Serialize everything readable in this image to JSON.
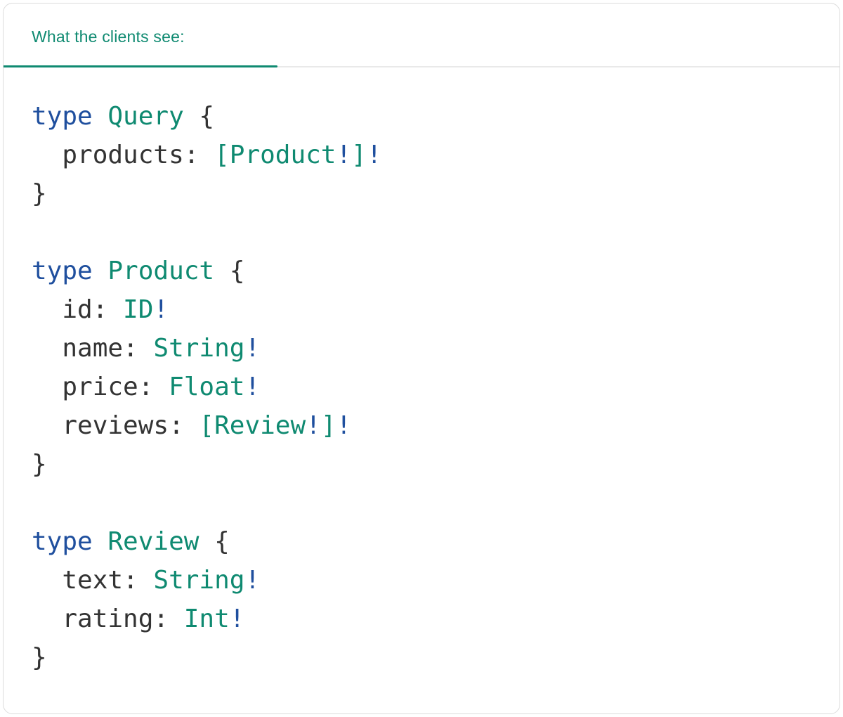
{
  "header": {
    "tab_label": "What the clients see:"
  },
  "colors": {
    "teal": "#0f8a71",
    "blue": "#1f4f9e",
    "plain": "#333333"
  },
  "code": {
    "language": "graphql",
    "lines": [
      {
        "tokens": [
          {
            "c": "kw",
            "v": "type "
          },
          {
            "c": "ty",
            "v": "Query"
          },
          {
            "c": "pl",
            "v": " {"
          }
        ]
      },
      {
        "tokens": [
          {
            "c": "pl",
            "v": "  products: "
          },
          {
            "c": "ty",
            "v": "[Product"
          },
          {
            "c": "bang",
            "v": "!"
          },
          {
            "c": "ty",
            "v": "]"
          },
          {
            "c": "bang",
            "v": "!"
          }
        ]
      },
      {
        "tokens": [
          {
            "c": "pl",
            "v": "}"
          }
        ]
      },
      {
        "tokens": []
      },
      {
        "tokens": [
          {
            "c": "kw",
            "v": "type "
          },
          {
            "c": "ty",
            "v": "Product"
          },
          {
            "c": "pl",
            "v": " {"
          }
        ]
      },
      {
        "tokens": [
          {
            "c": "pl",
            "v": "  id: "
          },
          {
            "c": "ty",
            "v": "ID"
          },
          {
            "c": "bang",
            "v": "!"
          }
        ]
      },
      {
        "tokens": [
          {
            "c": "pl",
            "v": "  name: "
          },
          {
            "c": "ty",
            "v": "String"
          },
          {
            "c": "bang",
            "v": "!"
          }
        ]
      },
      {
        "tokens": [
          {
            "c": "pl",
            "v": "  price: "
          },
          {
            "c": "ty",
            "v": "Float"
          },
          {
            "c": "bang",
            "v": "!"
          }
        ]
      },
      {
        "tokens": [
          {
            "c": "pl",
            "v": "  reviews: "
          },
          {
            "c": "ty",
            "v": "[Review"
          },
          {
            "c": "bang",
            "v": "!"
          },
          {
            "c": "ty",
            "v": "]"
          },
          {
            "c": "bang",
            "v": "!"
          }
        ]
      },
      {
        "tokens": [
          {
            "c": "pl",
            "v": "}"
          }
        ]
      },
      {
        "tokens": []
      },
      {
        "tokens": [
          {
            "c": "kw",
            "v": "type "
          },
          {
            "c": "ty",
            "v": "Review"
          },
          {
            "c": "pl",
            "v": " {"
          }
        ]
      },
      {
        "tokens": [
          {
            "c": "pl",
            "v": "  text: "
          },
          {
            "c": "ty",
            "v": "String"
          },
          {
            "c": "bang",
            "v": "!"
          }
        ]
      },
      {
        "tokens": [
          {
            "c": "pl",
            "v": "  rating: "
          },
          {
            "c": "ty",
            "v": "Int"
          },
          {
            "c": "bang",
            "v": "!"
          }
        ]
      },
      {
        "tokens": [
          {
            "c": "pl",
            "v": "}"
          }
        ]
      }
    ]
  }
}
